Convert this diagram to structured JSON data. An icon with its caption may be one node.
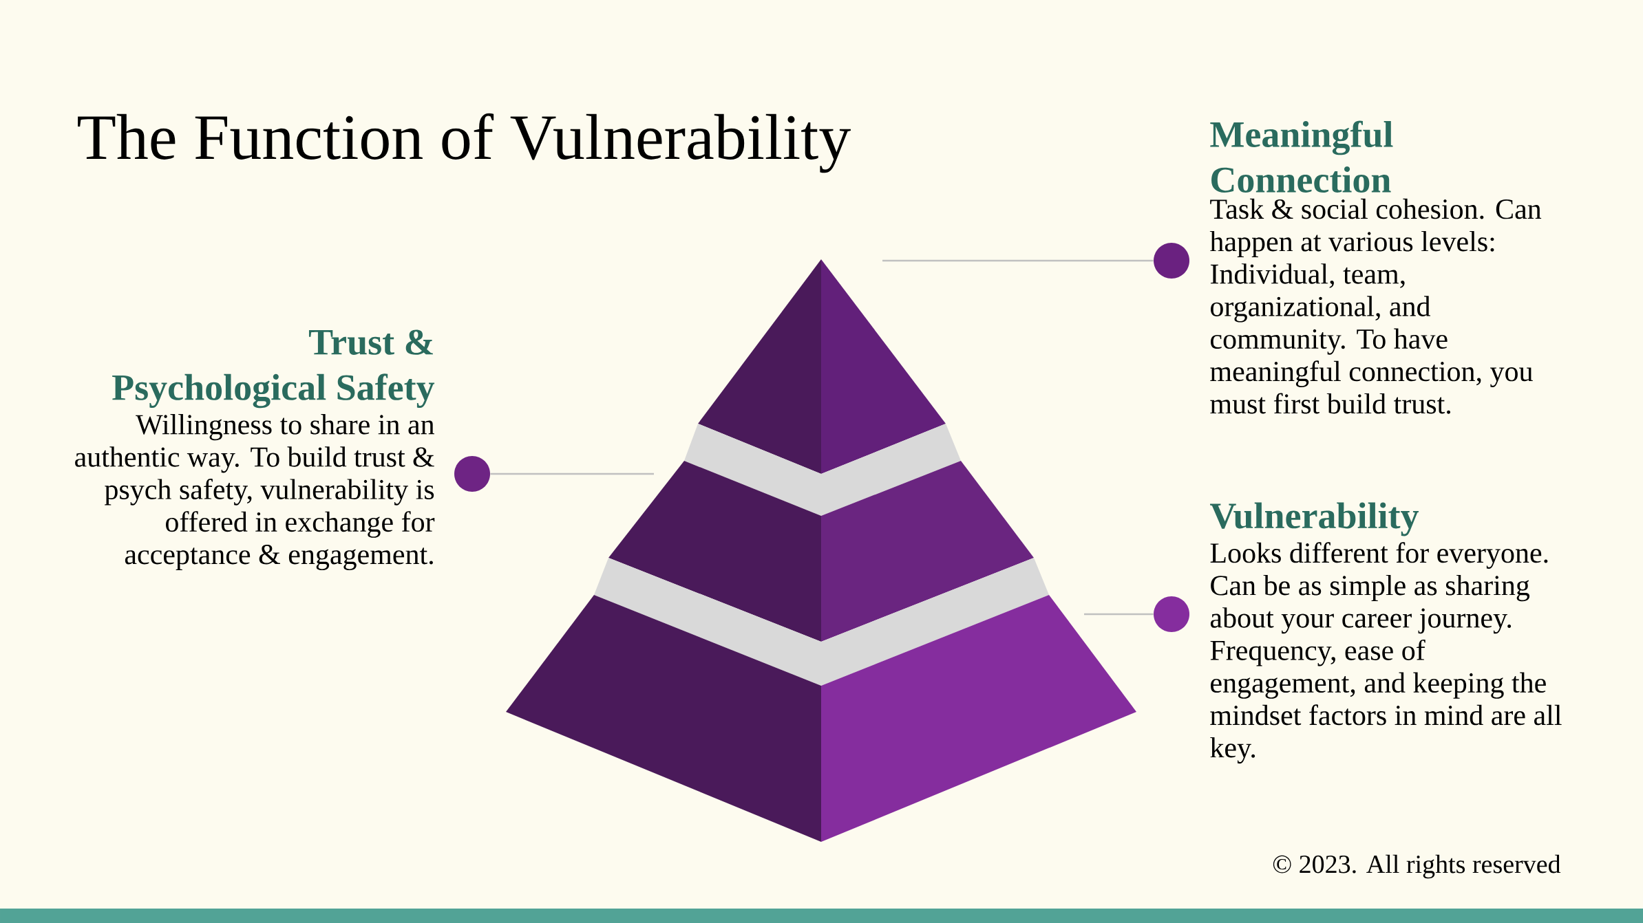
{
  "diagram": {
    "title": "The Function of Vulnerability",
    "nodes": [
      {
        "text": [],
        "shape": "triangle"
      },
      {
        "text": [],
        "shape": "trapezoid"
      },
      {
        "text": [],
        "shape": "trapezoid"
      },
      {
        "text": [],
        "shape": "circle",
        "beside": [
          "Meaningful Connection",
          "Task & social cohesion. Can happen at various levels: Individual, team, organizational, and community. To have meaningful connection, you must first build trust."
        ]
      },
      {
        "text": [],
        "shape": "circle",
        "beside": [
          "Trust & Psychological Safety",
          "Willingness to share in an authentic way. To build trust & psych safety, vulnerability is offered in exchange for acceptance & engagement."
        ]
      },
      {
        "text": [],
        "shape": "circle",
        "beside": [
          "Vulnerability",
          "Looks different for everyone. Can be as simple as sharing about your career journey. Frequency, ease of engagement, and keeping the mindset factors in mind are all key."
        ]
      }
    ],
    "edges": [
      {
        "from": 0,
        "to": 3,
        "arrow": "none"
      },
      {
        "from": 1,
        "to": 4,
        "arrow": "none"
      },
      {
        "from": 2,
        "to": 5,
        "arrow": "none"
      }
    ],
    "labels": [
      "© 2023. All rights reserved"
    ]
  }
}
